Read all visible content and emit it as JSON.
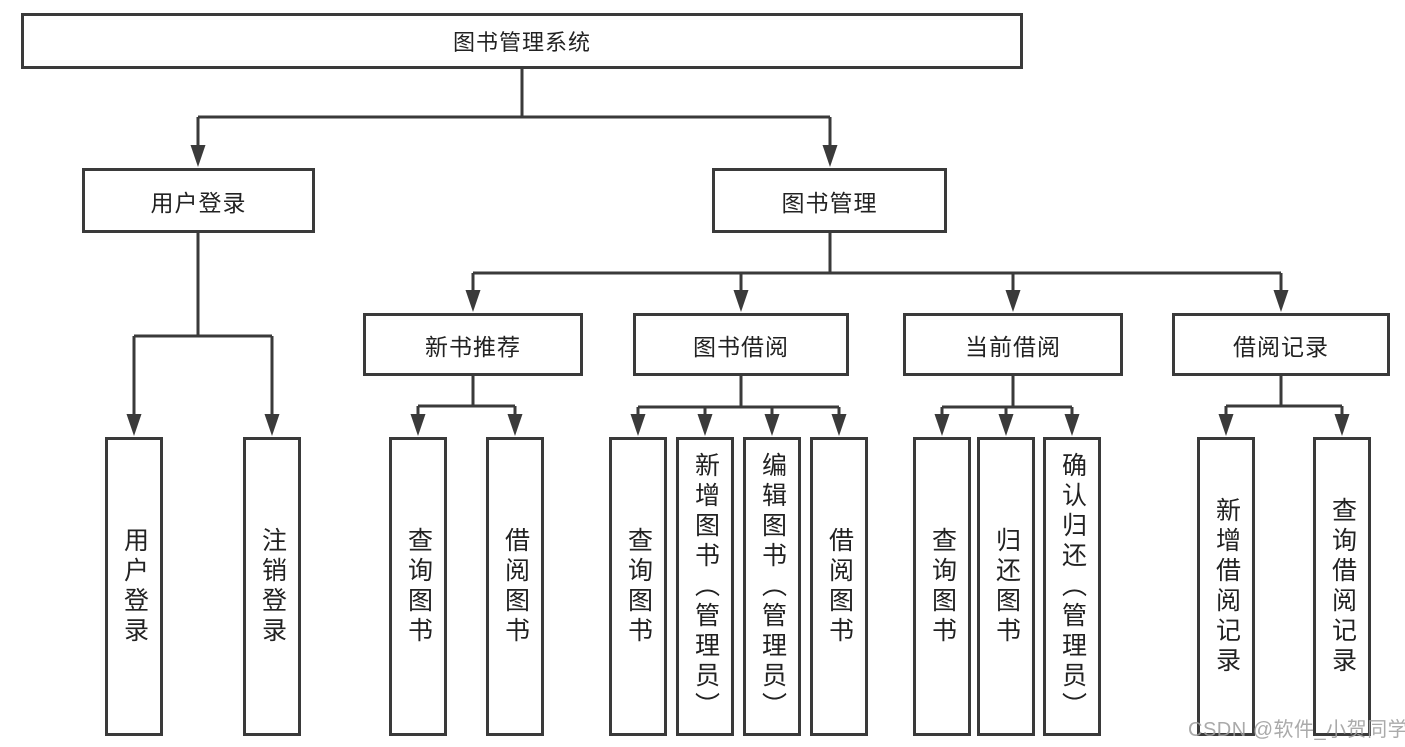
{
  "diagram": {
    "root": {
      "label": "图书管理系统"
    },
    "branches": [
      {
        "label": "用户登录",
        "children": [
          {
            "label": "用户登录"
          },
          {
            "label": "注销登录"
          }
        ]
      },
      {
        "label": "图书管理",
        "children": [
          {
            "label": "新书推荐",
            "children": [
              {
                "label": "查询图书"
              },
              {
                "label": "借阅图书"
              }
            ]
          },
          {
            "label": "图书借阅",
            "children": [
              {
                "label": "查询图书"
              },
              {
                "label": "新增图书（管理员）"
              },
              {
                "label": "编辑图书（管理员）"
              },
              {
                "label": "借阅图书"
              }
            ]
          },
          {
            "label": "当前借阅",
            "children": [
              {
                "label": "查询图书"
              },
              {
                "label": "归还图书"
              },
              {
                "label": "确认归还（管理员）"
              }
            ]
          },
          {
            "label": "借阅记录",
            "children": [
              {
                "label": "新增借阅记录"
              },
              {
                "label": "查询借阅记录"
              }
            ]
          }
        ]
      }
    ]
  },
  "watermark": "CSDN @软件_小贺同学",
  "colors": {
    "line": "#3a3a3a",
    "text": "#222222",
    "background": "#ffffff",
    "watermark": "#9e9e9e"
  }
}
